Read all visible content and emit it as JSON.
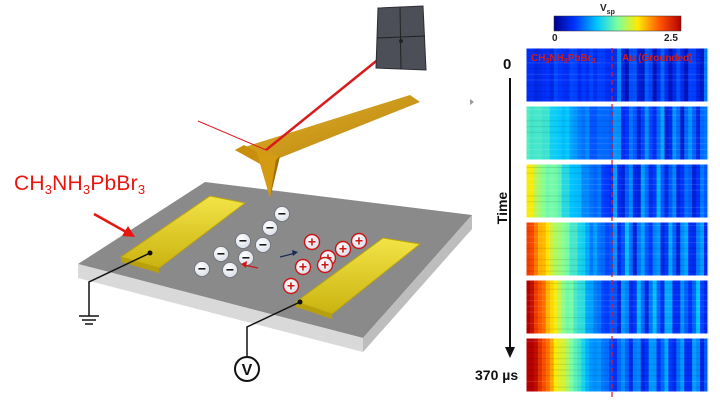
{
  "material_label": {
    "p1": "CH",
    "s1": "3",
    "p2": "NH",
    "s2": "3",
    "p3": "PbBr",
    "s3": "3"
  },
  "colorbar": {
    "title_main": "V",
    "title_sub": "sp",
    "min_label": "0",
    "max_label": "2.5",
    "colors": [
      "#00008c",
      "#0032ff",
      "#00c8ff",
      "#7dffa0",
      "#ffea00",
      "#ff5000",
      "#b40000"
    ]
  },
  "time_axis": {
    "label": "Time",
    "start": "0",
    "end": "370 µs"
  },
  "regions": {
    "left": {
      "p1": "CH",
      "s1": "3",
      "p2": "NH",
      "s2": "3",
      "p3": "PbBr",
      "s3": "3"
    },
    "right": "Au (Grounded)"
  },
  "voltmeter_symbol": "V",
  "negative_charge_symbol": "−",
  "positive_charge_symbol": "+",
  "frames": [
    {
      "time_index": 0,
      "left_level": 0.15,
      "right_level": 0.15
    },
    {
      "time_index": 1,
      "left_level": 0.35,
      "right_level": 0.2
    },
    {
      "time_index": 2,
      "left_level": 0.55,
      "right_level": 0.2
    },
    {
      "time_index": 3,
      "left_level": 0.75,
      "right_level": 0.22
    },
    {
      "time_index": 4,
      "left_level": 0.9,
      "right_level": 0.22
    },
    {
      "time_index": 5,
      "left_level": 0.97,
      "right_level": 0.22
    }
  ],
  "colors": {
    "accent_red": "#e8150f",
    "electrode_gold": "#e6d21e",
    "substrate_gray": "#8c8c8c",
    "cantilever_gold": "#d9a214"
  }
}
